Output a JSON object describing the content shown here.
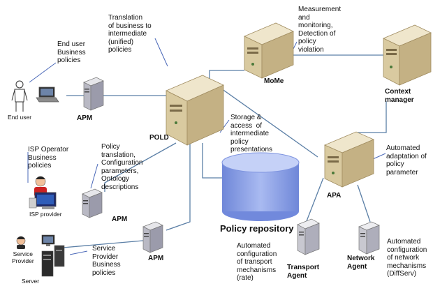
{
  "colors": {
    "server_top": "#ece1c4",
    "server_side": "#c8b58a",
    "server_front": "#ddd0ac",
    "small_server": "#c8c8cc",
    "line": "#5b7fa6",
    "cylinder": "#8fa6ea",
    "cylinder_top": "#b6c5f4",
    "callout": "#4a68b8"
  },
  "nodes": {
    "pold": "POLD",
    "mome": "MoMe",
    "context_manager": "Context\nmanager",
    "apa": "APA",
    "apm_top": "APM",
    "apm_mid": "APM",
    "apm_bottom": "APM",
    "repository": "Policy repository",
    "transport_agent": "Transport\nAgent",
    "network_agent": "Network\nAgent",
    "end_user": "End user",
    "isp_provider": "ISP provider",
    "service_provider": "Service\nProvider",
    "server": "Server"
  },
  "annotations": {
    "end_user_policies": "End user\nBusiness\npolicies",
    "translation": "Translation\nof business to\nintermediate\n(unified)\npolicies",
    "measurement": "Measurement\nand\nmonitoring,\nDetection of\npolicy\nviolation",
    "storage": "Storage &\naccess  of\nintermediate\npolicy\npresentations",
    "isp_policies": "ISP Operator\nBusiness\npolicies",
    "policy_translation": "Policy\ntranslation,\nConfiguration\nparameters,\nOntology\ndescriptions",
    "service_provider_policies": "Service\nProvider\nBusiness\npolicies",
    "automated_adaptation": "Automated\nadaptation of\npolicy\nparameter",
    "transport_config": "Automated\nconfiguration\nof transport\nmechanisms\n(rate)",
    "network_config": "Automated\nconfiguration\nof network\nmechanisms\n(DiffServ)"
  }
}
